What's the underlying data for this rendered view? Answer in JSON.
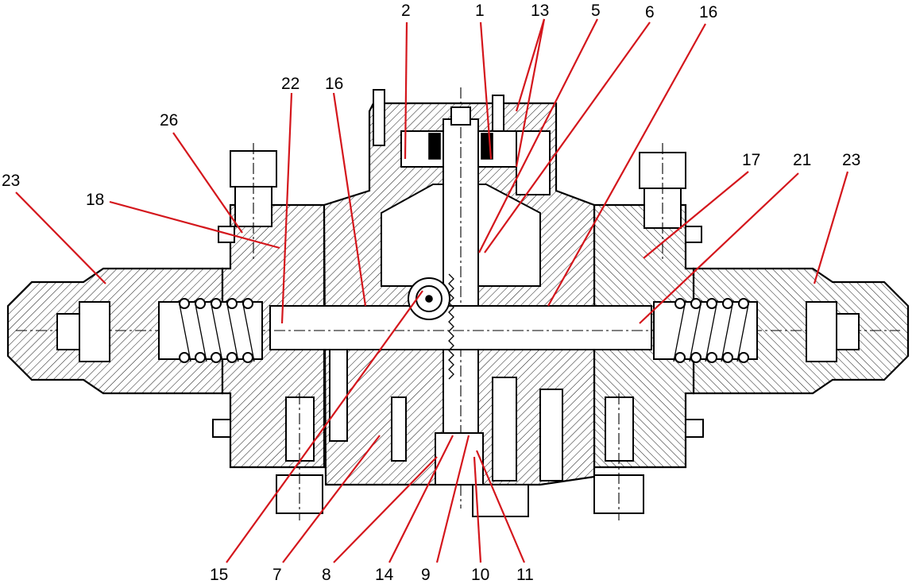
{
  "callouts": {
    "top": [
      "2",
      "1",
      "13",
      "5",
      "6",
      "16"
    ],
    "upper_left": [
      "22",
      "16",
      "26",
      "23",
      "18"
    ],
    "upper_right": [
      "17",
      "21",
      "23"
    ],
    "bottom": [
      "15",
      "7",
      "8",
      "14",
      "9",
      "10",
      "11"
    ]
  },
  "colors": {
    "leader": "#d4161c",
    "line": "#000000",
    "background": "#ffffff"
  }
}
